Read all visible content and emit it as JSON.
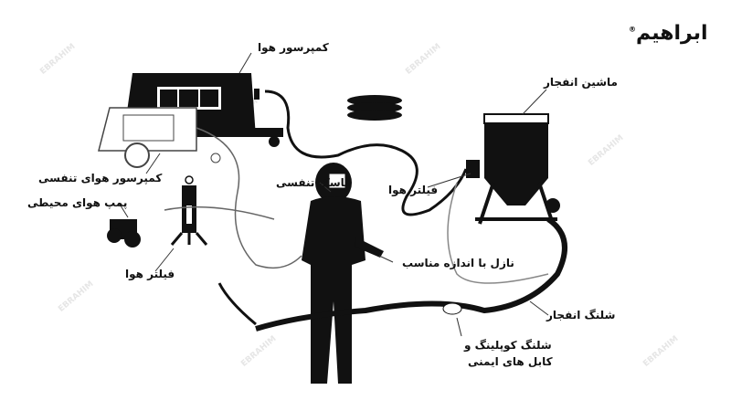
{
  "logo": {
    "text": "ابراهیم",
    "mark": "®"
  },
  "watermark": "EBRAHIM",
  "labels": {
    "air_compressor": "کمپرسور هوا",
    "blast_machine": "ماشین انفجار",
    "breathing_air_compressor": "کمپرسور هوای تنفسی",
    "ambient_air_pump": "پمپ هوای محیطی",
    "respirator_mask": "ماسک تنفسی",
    "air_filter_right": "فیلتر هوا",
    "air_filter_left": "فیلتر هوا",
    "nozzle": "نازل با اندازه مناسب",
    "blast_hose": "شلنگ انفجار",
    "coupling_line1": "شلنگ کوپلینگ و",
    "coupling_line2": "کابل های ایمنی"
  }
}
